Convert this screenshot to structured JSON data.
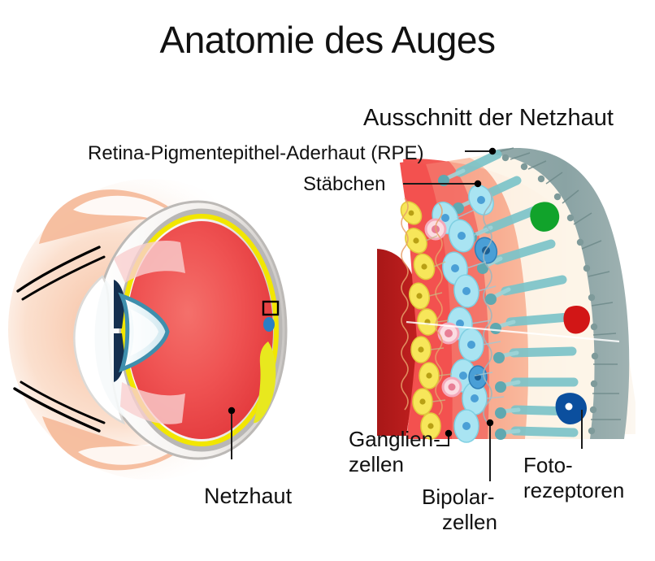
{
  "page": {
    "title": "Anatomie des Auges",
    "subtitle": "Ausschnitt der Netzhaut",
    "background_color": "#ffffff",
    "text_color": "#111111"
  },
  "labels": {
    "rpe": "Retina-Pigmentepithel-Aderhaut (RPE)",
    "staebchen": "Stäbchen",
    "netzhaut": "Netzhaut",
    "ganglienzellen_line1": "Ganglien-",
    "ganglienzellen_line2": "zellen",
    "bipolarzellen_line1": "Bipolar-",
    "bipolarzellen_line2": "zellen",
    "fotorezeptoren_line1": "Foto-",
    "fotorezeptoren_line2": "rezeptoren"
  },
  "eye_diagram": {
    "name": "eye-cross-section",
    "parts": [
      {
        "name": "eyelid-skin",
        "color": "#f5b795"
      },
      {
        "name": "eyelash",
        "color": "#000000"
      },
      {
        "name": "sclera",
        "color": "#e8e4e0"
      },
      {
        "name": "cornea",
        "color": "#ffffff"
      },
      {
        "name": "iris",
        "color": "#123a5e"
      },
      {
        "name": "lens",
        "color": "#dbeef5"
      },
      {
        "name": "lens-rim",
        "color": "#3f8fad"
      },
      {
        "name": "vitreous-body",
        "color": "#f05a5a"
      },
      {
        "name": "retina-yellow-layer",
        "color": "#f2e600"
      },
      {
        "name": "macula",
        "color": "#e8e81e"
      },
      {
        "name": "optic-disc",
        "color": "#2b7fc4"
      },
      {
        "name": "choroid-outer",
        "color": "#b9b7b5"
      },
      {
        "name": "callout-box",
        "color": "#000000"
      }
    ]
  },
  "retina_wedge": {
    "name": "retina-cross-section-wedge",
    "layers": [
      {
        "name": "vitreous-inner-surface",
        "color": "#b81a1a"
      },
      {
        "name": "ganglion-cell-layer",
        "color": "#f2514f"
      },
      {
        "name": "inner-plexiform-layer",
        "color": "#f2756c"
      },
      {
        "name": "bipolar-cell-layer",
        "color": "#f7a58e"
      },
      {
        "name": "outer-nuclear-layer",
        "color": "#fdf2e4"
      },
      {
        "name": "photoreceptor-layer",
        "color": "#fbf6ee"
      },
      {
        "name": "retinal-pigment-epithelium",
        "color": "#8fa8a8"
      }
    ],
    "cells": [
      {
        "name": "ganglion-cell",
        "color": "#f7e65a"
      },
      {
        "name": "amacrine-cell",
        "color": "#f6b9c4"
      },
      {
        "name": "bipolar-cell",
        "color": "#a9e4f2"
      },
      {
        "name": "horizontal-cell",
        "color": "#4a9fd6"
      },
      {
        "name": "rod-cell",
        "color": "#7cc4c9"
      },
      {
        "name": "cone-green",
        "color": "#11a32b"
      },
      {
        "name": "cone-red",
        "color": "#d21616"
      },
      {
        "name": "cone-blue",
        "color": "#0b4f9e"
      }
    ]
  },
  "leader_lines": {
    "color": "#1a1a1a",
    "dot_color": "#000000"
  }
}
